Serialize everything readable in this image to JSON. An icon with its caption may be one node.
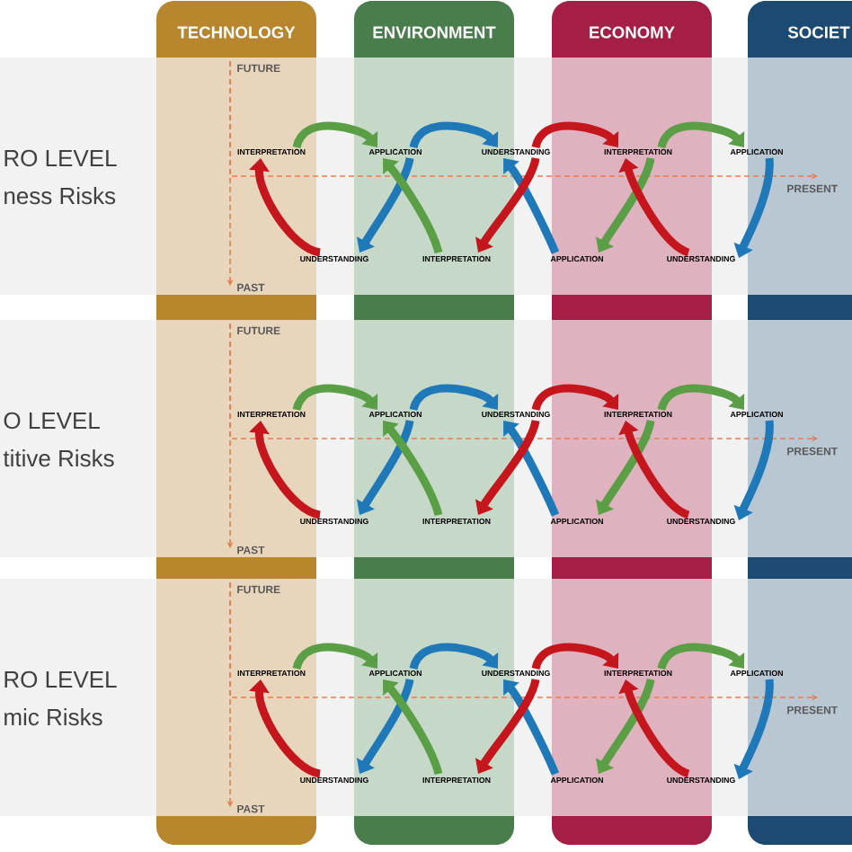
{
  "diagram": {
    "nodes": [
      {
        "text": [
          "TECHNOLOGY"
        ]
      },
      {
        "text": [
          "ENVIRONMENT"
        ]
      },
      {
        "text": [
          "ECONOMY"
        ]
      },
      {
        "text": [
          "SOCIET"
        ]
      },
      {
        "text": [
          "RO LEVEL",
          "ness Risks"
        ]
      },
      {
        "text": [
          "INTERPRETATION"
        ]
      },
      {
        "text": [
          "APPLICATION"
        ]
      },
      {
        "text": [
          "UNDERSTANDING"
        ]
      },
      {
        "text": [
          "INTERPRETATION"
        ]
      },
      {
        "text": [
          "APPLICATION"
        ]
      },
      {
        "text": [
          "UNDERSTANDING"
        ]
      },
      {
        "text": [
          "INTERPRETATION"
        ]
      },
      {
        "text": [
          "APPLICATION"
        ]
      },
      {
        "text": [
          "UNDERSTANDING"
        ]
      },
      {
        "text": [
          "O LEVEL",
          "titive Risks"
        ]
      },
      {
        "text": [
          "INTERPRETATION"
        ]
      },
      {
        "text": [
          "APPLICATION"
        ]
      },
      {
        "text": [
          "UNDERSTANDING"
        ]
      },
      {
        "text": [
          "INTERPRETATION"
        ]
      },
      {
        "text": [
          "APPLICATION"
        ]
      },
      {
        "text": [
          "UNDERSTANDING"
        ]
      },
      {
        "text": [
          "INTERPRETATION"
        ]
      },
      {
        "text": [
          "APPLICATION"
        ]
      },
      {
        "text": [
          "UNDERSTANDING"
        ]
      },
      {
        "text": [
          "RO LEVEL",
          "mic Risks"
        ]
      },
      {
        "text": [
          "INTERPRETATION"
        ]
      },
      {
        "text": [
          "APPLICATION"
        ]
      },
      {
        "text": [
          "UNDERSTANDING"
        ]
      },
      {
        "text": [
          "INTERPRETATION"
        ]
      },
      {
        "text": [
          "APPLICATION"
        ]
      },
      {
        "text": [
          "UNDERSTANDING"
        ]
      },
      {
        "text": [
          "INTERPRETATION"
        ]
      },
      {
        "text": [
          "APPLICATION"
        ]
      },
      {
        "text": [
          "UNDERSTANDING"
        ]
      },
      {
        "text": [],
        "shape": "bar"
      },
      {
        "text": [],
        "shape": "bar"
      },
      {
        "text": [],
        "shape": "bar"
      },
      {
        "text": [],
        "shape": "bar"
      },
      {
        "text": [],
        "shape": "bar"
      },
      {
        "text": [],
        "shape": "bar"
      },
      {
        "text": [],
        "shape": "bar"
      },
      {
        "text": [],
        "shape": "bar"
      },
      {
        "text": [],
        "shape": "bar"
      },
      {
        "text": [],
        "shape": "bar"
      },
      {
        "text": [],
        "shape": "bar"
      },
      {
        "text": [],
        "shape": "bar"
      },
      {
        "text": [
          "FUTURE"
        ]
      },
      {
        "text": [
          "PRESENT"
        ]
      },
      {
        "text": [
          "PAST"
        ]
      },
      {
        "text": [
          "FUTURE"
        ]
      },
      {
        "text": [
          "PRESENT"
        ]
      },
      {
        "text": [
          "PAST"
        ]
      },
      {
        "text": [
          "FUTURE"
        ]
      },
      {
        "text": [
          "PRESENT"
        ]
      },
      {
        "text": [
          "PAST"
        ]
      }
    ],
    "edges": [
      {
        "from": 5,
        "to": 6,
        "arrow": "to",
        "color": "#5a9e45"
      },
      {
        "from": 6,
        "to": 7,
        "arrow": "to",
        "color": "#1f78b8"
      },
      {
        "from": 7,
        "to": 8,
        "arrow": "to",
        "color": "#c4161c"
      },
      {
        "from": 8,
        "to": 9,
        "arrow": "to",
        "color": "#5a9e45"
      },
      {
        "from": 10,
        "to": 5,
        "arrow": "to",
        "color": "#c4161c"
      },
      {
        "from": 6,
        "to": 10,
        "arrow": "to",
        "color": "#1f78b8"
      },
      {
        "from": 11,
        "to": 6,
        "arrow": "to",
        "color": "#5a9e45"
      },
      {
        "from": 12,
        "to": 7,
        "arrow": "to",
        "color": "#1f78b8"
      },
      {
        "from": 7,
        "to": 11,
        "arrow": "to",
        "color": "#c4161c"
      },
      {
        "from": 8,
        "to": 12,
        "arrow": "to",
        "color": "#5a9e45"
      },
      {
        "from": 13,
        "to": 8,
        "arrow": "to",
        "color": "#c4161c"
      },
      {
        "from": 9,
        "to": 13,
        "arrow": "to",
        "color": "#1f78b8"
      },
      {
        "from": 15,
        "to": 16,
        "arrow": "to",
        "color": "#5a9e45"
      },
      {
        "from": 16,
        "to": 17,
        "arrow": "to",
        "color": "#1f78b8"
      },
      {
        "from": 17,
        "to": 18,
        "arrow": "to",
        "color": "#c4161c"
      },
      {
        "from": 18,
        "to": 19,
        "arrow": "to",
        "color": "#5a9e45"
      },
      {
        "from": 20,
        "to": 15,
        "arrow": "to",
        "color": "#c4161c"
      },
      {
        "from": 16,
        "to": 20,
        "arrow": "to",
        "color": "#1f78b8"
      },
      {
        "from": 21,
        "to": 16,
        "arrow": "to",
        "color": "#5a9e45"
      },
      {
        "from": 22,
        "to": 17,
        "arrow": "to",
        "color": "#1f78b8"
      },
      {
        "from": 17,
        "to": 21,
        "arrow": "to",
        "color": "#c4161c"
      },
      {
        "from": 18,
        "to": 22,
        "arrow": "to",
        "color": "#5a9e45"
      },
      {
        "from": 23,
        "to": 18,
        "arrow": "to",
        "color": "#c4161c"
      },
      {
        "from": 19,
        "to": 23,
        "arrow": "to",
        "color": "#1f78b8"
      },
      {
        "from": 25,
        "to": 26,
        "arrow": "to",
        "color": "#5a9e45"
      },
      {
        "from": 26,
        "to": 27,
        "arrow": "to",
        "color": "#1f78b8"
      },
      {
        "from": 27,
        "to": 28,
        "arrow": "to",
        "color": "#c4161c"
      },
      {
        "from": 28,
        "to": 29,
        "arrow": "to",
        "color": "#5a9e45"
      },
      {
        "from": 30,
        "to": 25,
        "arrow": "to",
        "color": "#c4161c"
      },
      {
        "from": 26,
        "to": 30,
        "arrow": "to",
        "color": "#1f78b8"
      },
      {
        "from": 31,
        "to": 26,
        "arrow": "to",
        "color": "#5a9e45"
      },
      {
        "from": 32,
        "to": 27,
        "arrow": "to",
        "color": "#1f78b8"
      },
      {
        "from": 27,
        "to": 31,
        "arrow": "to",
        "color": "#c4161c"
      },
      {
        "from": 28,
        "to": 32,
        "arrow": "to",
        "color": "#5a9e45"
      },
      {
        "from": 33,
        "to": 28,
        "arrow": "to",
        "color": "#c4161c"
      },
      {
        "from": 29,
        "to": 33,
        "arrow": "to",
        "color": "#1f78b8"
      },
      {
        "from": 46,
        "to": 48,
        "arrow": "to",
        "style": "dashed",
        "color": "#ea7c4f"
      },
      {
        "from": 46,
        "to": 47,
        "arrow": "to",
        "style": "dashed",
        "color": "#ea7c4f"
      },
      {
        "from": 49,
        "to": 51,
        "arrow": "to",
        "style": "dashed",
        "color": "#ea7c4f"
      },
      {
        "from": 49,
        "to": 50,
        "arrow": "to",
        "style": "dashed",
        "color": "#ea7c4f"
      },
      {
        "from": 52,
        "to": 54,
        "arrow": "to",
        "style": "dashed",
        "color": "#ea7c4f"
      },
      {
        "from": 52,
        "to": 53,
        "arrow": "to",
        "style": "dashed",
        "color": "#ea7c4f"
      }
    ]
  }
}
